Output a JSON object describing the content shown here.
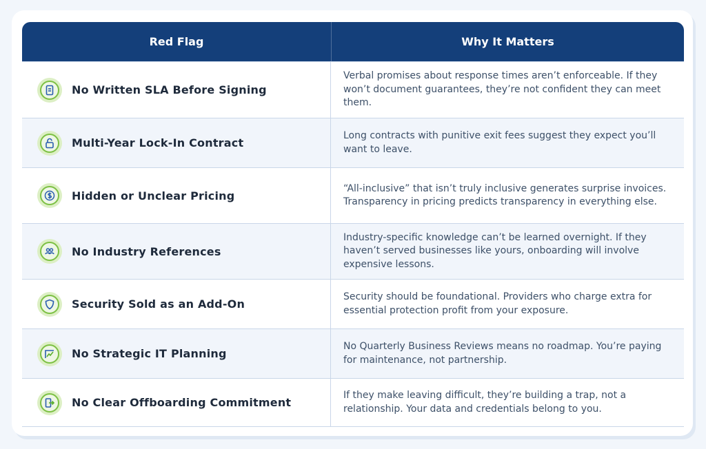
{
  "header": {
    "col1": "Red Flag",
    "col2": "Why It Matters"
  },
  "colors": {
    "header_bg": "#143f7a",
    "icon_ring": "#7cc043",
    "icon_fill": "#dcefc4",
    "icon_glyph": "#2a5db0",
    "row_alt_bg": "#f1f5fb"
  },
  "rows": [
    {
      "icon": "document-icon",
      "flag": "No Written SLA Before Signing",
      "why": "Verbal promises about response times aren’t enforceable. If they won’t document guarantees, they’re not confident they can meet them."
    },
    {
      "icon": "unlock-icon",
      "flag": "Multi-Year Lock-In Contract",
      "why": "Long contracts with punitive exit fees suggest they expect you’ll want to leave."
    },
    {
      "icon": "dollar-icon",
      "flag": "Hidden or Unclear Pricing",
      "why": "“All-inclusive” that isn’t truly inclusive generates surprise invoices. Transparency in pricing predicts transparency in everything else."
    },
    {
      "icon": "people-icon",
      "flag": "No Industry References",
      "why": "Industry-specific knowledge can’t be learned overnight. If they haven’t served businesses like yours, onboarding will involve expensive lessons."
    },
    {
      "icon": "shield-icon",
      "flag": "Security Sold as an Add-On",
      "why": "Security should be foundational. Providers who charge extra for essential protection profit from your exposure."
    },
    {
      "icon": "trend-chart-icon",
      "flag": "No Strategic IT Planning",
      "why": "No Quarterly Business Reviews means no roadmap. You’re paying for maintenance, not partnership."
    },
    {
      "icon": "exit-door-icon",
      "flag": "No Clear Offboarding Commitment",
      "why": "If they make leaving difficult, they’re building a trap, not a relationship. Your data and credentials belong to you."
    }
  ]
}
